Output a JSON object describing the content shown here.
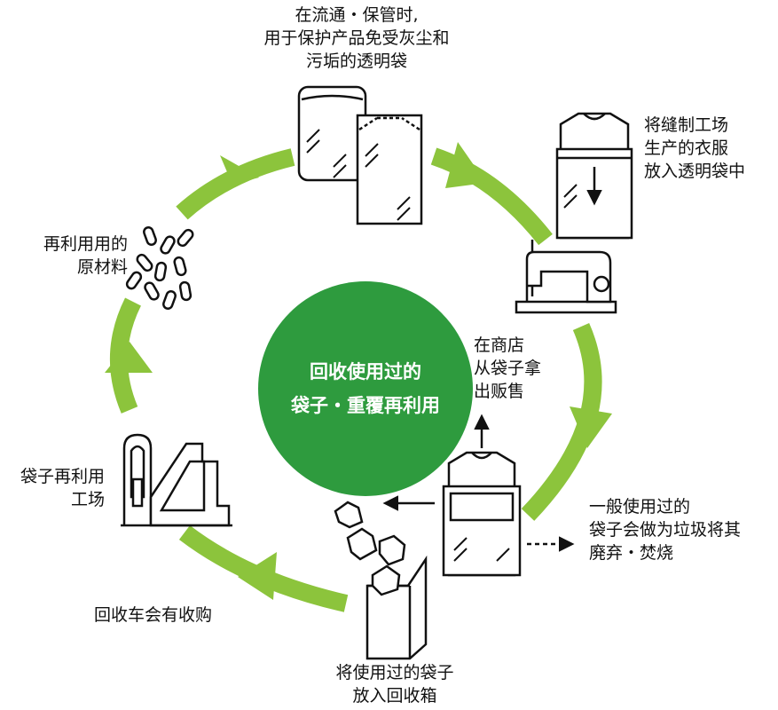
{
  "colors": {
    "arrow_green": "#8cc43c",
    "center_green": "#2e9b3e",
    "line": "#111111"
  },
  "center": {
    "title": "回收使用过的\n袋子・重覆再利用"
  },
  "labels": {
    "transparent_bag": "在流通・保管时,\n用于保护产品免受灰尘和\n污垢的透明袋",
    "factory_packing": "将缝制工场\n生产的衣服\n放入透明袋中",
    "store": "在商店\n从袋子拿\n出贩售",
    "disposal": "一般使用过的\n袋子会做为垃圾将其\n廃弃・焚烧",
    "collection_box": "将使用过的袋子\n放入回收箱",
    "collection_truck": "回收车会有收购",
    "recycling_factory": "袋子再利用\n工场",
    "raw_material": "再利用用的\n原材料"
  },
  "icons": [
    "transparent-bags-icon",
    "shirt-in-bag-icon",
    "sewing-machine-icon",
    "shirt-bag-icon",
    "collection-box-icon",
    "recycling-factory-icon",
    "pellets-icon"
  ]
}
